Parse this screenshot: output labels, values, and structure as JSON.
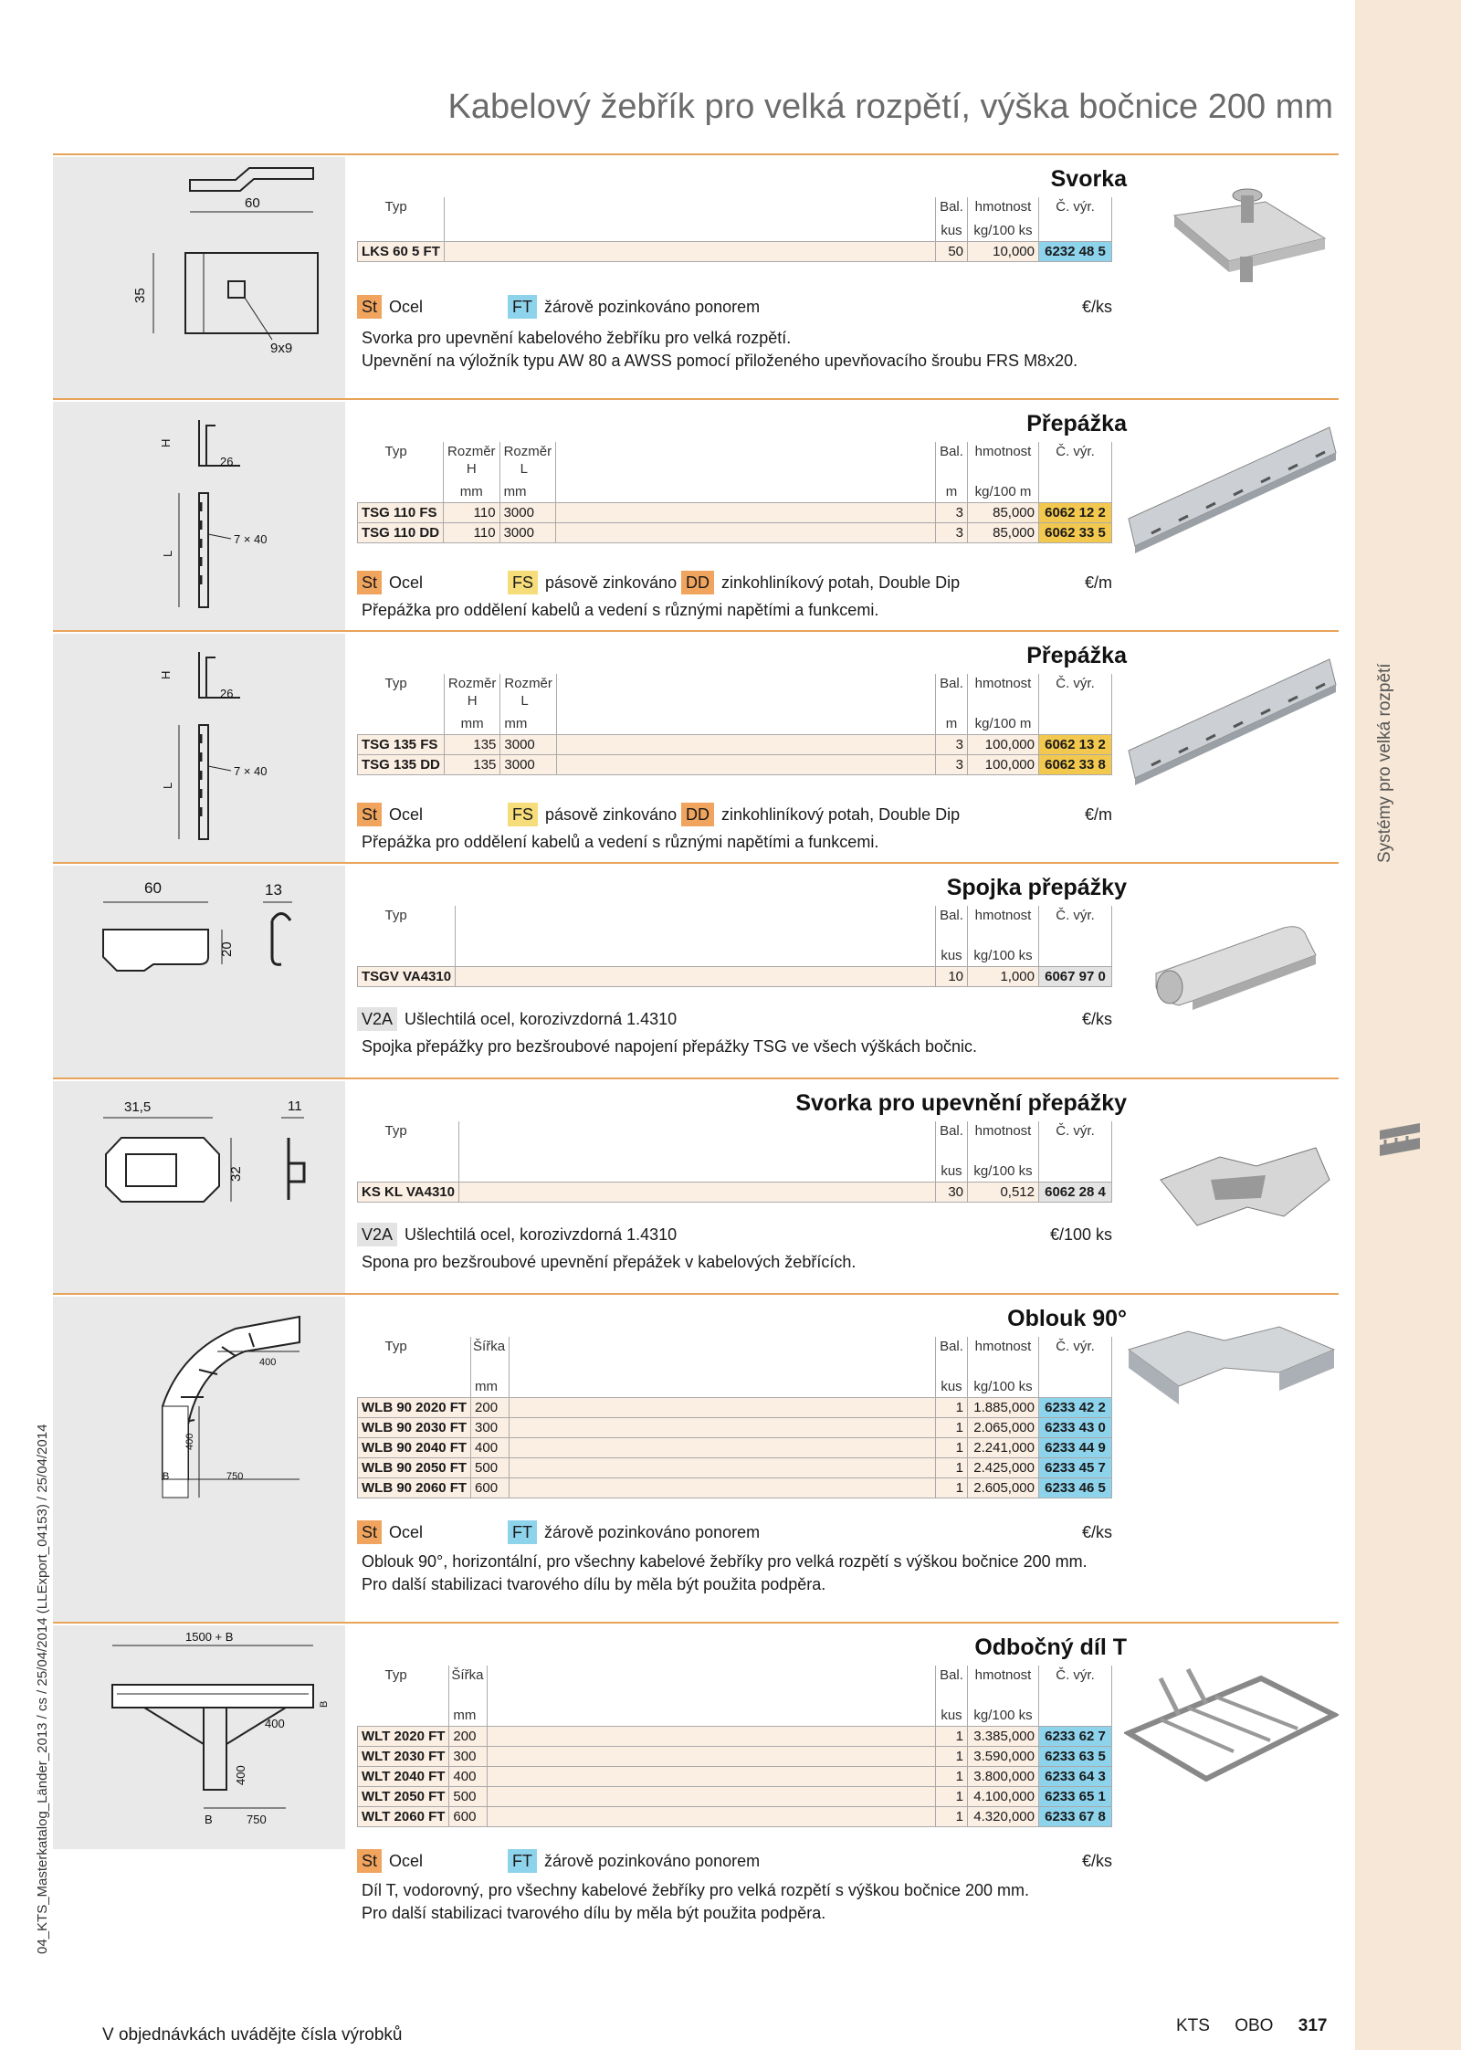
{
  "page_title": "Kabelový žebřík pro velká rozpětí, výška bočnice 200 mm",
  "side_label": "Systémy pro velká rozpětí",
  "left_vertical": "04_KTS_Masterkatalog_Länder_2013 / cs / 25/04/2014 (LLExport_04153) / 25/04/2014",
  "footer": {
    "note": "V objednávkách uvádějte čísla výrobků",
    "brand1": "KTS",
    "brand2": "OBO",
    "page": "317"
  },
  "headers": {
    "typ": "Typ",
    "bal": "Bal.",
    "hmotnost": "hmotnost",
    "cvyr": "Č. výr.",
    "rozmer": "Rozměr",
    "h": "H",
    "l": "L",
    "sirka": "Šířka",
    "kus": "kus",
    "m": "m",
    "mm": "mm",
    "kg100ks": "kg/100 ks",
    "kg100m": "kg/100 m"
  },
  "sections": [
    {
      "title": "Svorka",
      "drawing_labels": [
        "60",
        "35",
        "9x9"
      ],
      "rows": [
        {
          "code": "LKS 60 5 FT",
          "bal": "50",
          "weight": "10,000",
          "art": "6232 48 5"
        }
      ],
      "material": {
        "b1": "St",
        "t1": "Ocel",
        "b2": "FT",
        "t2": "žárově pozinkováno ponorem",
        "price": "€/ks"
      },
      "desc": [
        "Svorka pro upevnění kabelového žebříku pro velká rozpětí.",
        "Upevnění na výložník typu AW 80 a AWSS pomocí přiloženého upevňovacího šroubu FRS M8x20."
      ]
    },
    {
      "title": "Přepážka",
      "drawing_labels": [
        "H",
        "26",
        "L",
        "7 × 40"
      ],
      "rows": [
        {
          "code": "TSG 110 FS",
          "h": "110",
          "l": "3000",
          "bal": "3",
          "weight": "85,000",
          "art": "6062 12 2"
        },
        {
          "code": "TSG 110 DD",
          "h": "110",
          "l": "3000",
          "bal": "3",
          "weight": "85,000",
          "art": "6062 33 5"
        }
      ],
      "material": {
        "b1": "St",
        "t1": "Ocel",
        "b2": "FS",
        "t2": "pásově zinkováno",
        "b3": "DD",
        "t3": "zinkohliníkový potah, Double Dip",
        "price": "€/m"
      },
      "desc": [
        "Přepážka pro oddělení kabelů a vedení s různými napětími a funkcemi."
      ]
    },
    {
      "title": "Přepážka",
      "drawing_labels": [
        "H",
        "26",
        "L",
        "7 × 40"
      ],
      "rows": [
        {
          "code": "TSG 135 FS",
          "h": "135",
          "l": "3000",
          "bal": "3",
          "weight": "100,000",
          "art": "6062 13 2"
        },
        {
          "code": "TSG 135 DD",
          "h": "135",
          "l": "3000",
          "bal": "3",
          "weight": "100,000",
          "art": "6062 33 8"
        }
      ],
      "material": {
        "b1": "St",
        "t1": "Ocel",
        "b2": "FS",
        "t2": "pásově zinkováno",
        "b3": "DD",
        "t3": "zinkohliníkový potah, Double Dip",
        "price": "€/m"
      },
      "desc": [
        "Přepážka pro oddělení kabelů a vedení s různými napětími a funkcemi."
      ]
    },
    {
      "title": "Spojka přepážky",
      "drawing_labels": [
        "60",
        "13",
        "20"
      ],
      "rows": [
        {
          "code": "TSGV VA4310",
          "bal": "10",
          "weight": "1,000",
          "art": "6067 97 0"
        }
      ],
      "material": {
        "b1": "V2A",
        "t1": "Ušlechtilá ocel, korozivzdorná 1.4310",
        "price": "€/ks"
      },
      "desc": [
        "Spojka přepážky pro bezšroubové napojení přepážky TSG ve všech výškách bočnic."
      ]
    },
    {
      "title": "Svorka pro upevnění přepážky",
      "drawing_labels": [
        "31,5",
        "11",
        "32"
      ],
      "rows": [
        {
          "code": "KS KL VA4310",
          "bal": "30",
          "weight": "0,512",
          "art": "6062 28 4"
        }
      ],
      "material": {
        "b1": "V2A",
        "t1": "Ušlechtilá ocel, korozivzdorná 1.4310",
        "price": "€/100 ks"
      },
      "desc": [
        "Spona pro bezšroubové upevnění přepážek v kabelových žebřících."
      ]
    },
    {
      "title": "Oblouk 90°",
      "drawing_labels": [
        "400",
        "400",
        "B",
        "750"
      ],
      "rows": [
        {
          "code": "WLB 90 2020 FT",
          "w": "200",
          "bal": "1",
          "weight": "1.885,000",
          "art": "6233 42 2"
        },
        {
          "code": "WLB 90 2030 FT",
          "w": "300",
          "bal": "1",
          "weight": "2.065,000",
          "art": "6233 43 0"
        },
        {
          "code": "WLB 90 2040 FT",
          "w": "400",
          "bal": "1",
          "weight": "2.241,000",
          "art": "6233 44 9"
        },
        {
          "code": "WLB 90 2050 FT",
          "w": "500",
          "bal": "1",
          "weight": "2.425,000",
          "art": "6233 45 7"
        },
        {
          "code": "WLB 90 2060 FT",
          "w": "600",
          "bal": "1",
          "weight": "2.605,000",
          "art": "6233 46 5"
        }
      ],
      "material": {
        "b1": "St",
        "t1": "Ocel",
        "b2": "FT",
        "t2": "žárově pozinkováno ponorem",
        "price": "€/ks"
      },
      "desc": [
        "Oblouk 90°, horizontální, pro všechny kabelové žebříky pro velká rozpětí s výškou bočnice 200 mm.",
        "Pro další stabilizaci tvarového dílu by měla být použita podpěra."
      ]
    },
    {
      "title": "Odbočný díl T",
      "drawing_labels": [
        "1500 + B",
        "B",
        "400",
        "400",
        "B",
        "750"
      ],
      "rows": [
        {
          "code": "WLT 2020 FT",
          "w": "200",
          "bal": "1",
          "weight": "3.385,000",
          "art": "6233 62 7"
        },
        {
          "code": "WLT 2030 FT",
          "w": "300",
          "bal": "1",
          "weight": "3.590,000",
          "art": "6233 63 5"
        },
        {
          "code": "WLT 2040 FT",
          "w": "400",
          "bal": "1",
          "weight": "3.800,000",
          "art": "6233 64 3"
        },
        {
          "code": "WLT 2050 FT",
          "w": "500",
          "bal": "1",
          "weight": "4.100,000",
          "art": "6233 65 1"
        },
        {
          "code": "WLT 2060 FT",
          "w": "600",
          "bal": "1",
          "weight": "4.320,000",
          "art": "6233 67 8"
        }
      ],
      "material": {
        "b1": "St",
        "t1": "Ocel",
        "b2": "FT",
        "t2": "žárově pozinkováno ponorem",
        "price": "€/ks"
      },
      "desc": [
        "Díl T, vodorovný, pro všechny kabelové žebříky pro velká rozpětí s výškou bočnice 200 mm.",
        "Pro další stabilizaci tvarového dílu by měla být použita podpěra."
      ]
    }
  ]
}
